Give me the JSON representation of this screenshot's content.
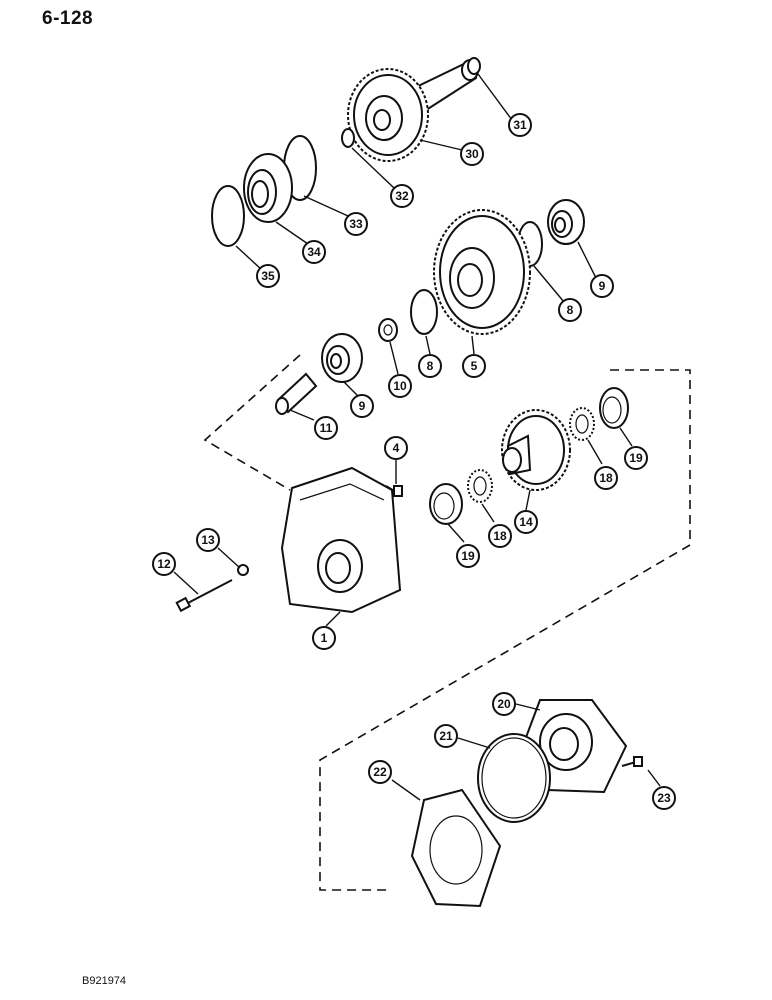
{
  "page": {
    "number": "6-128",
    "figure_code": "B921974"
  },
  "callouts": {
    "c31": "31",
    "c30": "30",
    "c32": "32",
    "c33": "33",
    "c34": "34",
    "c35": "35",
    "c9a": "9",
    "c8a": "8",
    "c5": "5",
    "c8b": "8",
    "c10": "10",
    "c9b": "9",
    "c11": "11",
    "c4": "4",
    "c19a": "19",
    "c18a": "18",
    "c14": "14",
    "c18b": "18",
    "c19b": "19",
    "c13": "13",
    "c12": "12",
    "c1": "1",
    "c20": "20",
    "c21": "21",
    "c22": "22",
    "c23": "23"
  }
}
